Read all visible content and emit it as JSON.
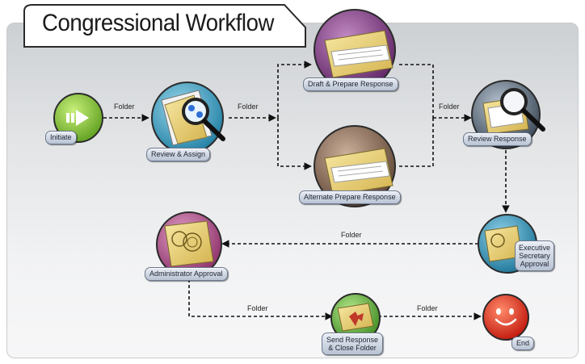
{
  "title": "Congressional Workflow",
  "nodes": {
    "initiate": "Initiate",
    "review_assign": "Review & Assign",
    "draft_prepare": "Draft & Prepare Response",
    "alternate_prepare": "Alternate Prepare Response",
    "review_response": "Review Response",
    "executive_approval": [
      "Executive",
      "Secretary",
      "Approval"
    ],
    "administrator_approval": "Administrator Approval",
    "send_close": [
      "Send Response",
      "& Close Folder"
    ],
    "end": "End"
  },
  "edges": {
    "initiate_to_review": "Folder",
    "review_to_drafts": "Folder",
    "drafts_to_review_response": "Folder",
    "executive_to_administrator": "Folder",
    "administrator_to_send": "Folder",
    "send_to_end": "Folder"
  },
  "colors": {
    "initiate": "#8cc63f",
    "review_assign": "#3aa6c9",
    "draft_prepare": "#8b3f8f",
    "alternate_prepare": "#8e6f5a",
    "review_response": "#5a6877",
    "executive_approval": "#2f9fc4",
    "administrator_approval": "#b44a8a",
    "send_close": "#5fae3a",
    "end": "#e8291c",
    "folder": "#e6d27a",
    "title_tab": "#ffffff"
  }
}
